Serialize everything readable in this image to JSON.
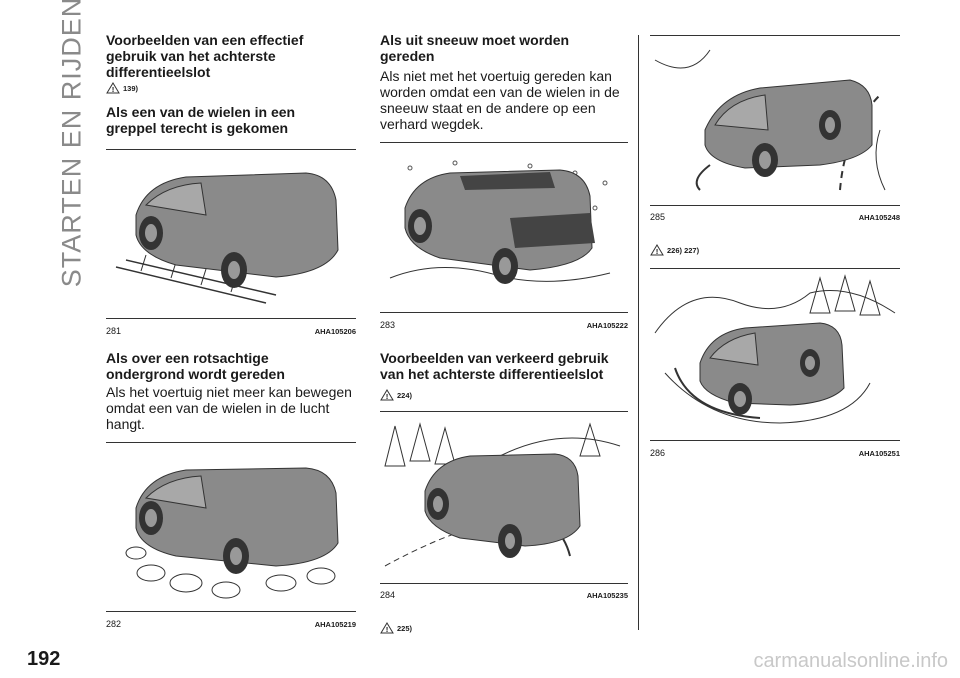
{
  "side_title": "STARTEN EN RIJDEN",
  "page_number": "192",
  "watermark": "carmanualsonline.info",
  "col1": {
    "heading1": "Voorbeelden van een effectief gebruik van het achterste differentieelslot",
    "warn1": "139)",
    "heading2": "Als een van de wielen in een greppel terecht is gekomen",
    "fig281_num": "281",
    "fig281_code": "AHA105206",
    "heading3": "Als over een rotsachtige ondergrond wordt gereden",
    "text3": "Als het voertuig niet meer kan bewegen omdat een van de wielen in de lucht hangt.",
    "fig282_num": "282",
    "fig282_code": "AHA105219"
  },
  "col2": {
    "heading1": "Als uit sneeuw moet worden gereden",
    "text1": "Als niet met het voertuig gereden kan worden omdat een van de wielen in de sneeuw staat en de andere op een verhard wegdek.",
    "fig283_num": "283",
    "fig283_code": "AHA105222",
    "heading2": "Voorbeelden van verkeerd gebruik van het achterste differentieelslot",
    "warn2": "224)",
    "fig284_num": "284",
    "fig284_code": "AHA105235",
    "warn3": "225)"
  },
  "col3": {
    "fig285_num": "285",
    "fig285_code": "AHA105248",
    "warn4": "226) 227)",
    "fig286_num": "286",
    "fig286_code": "AHA105251"
  }
}
